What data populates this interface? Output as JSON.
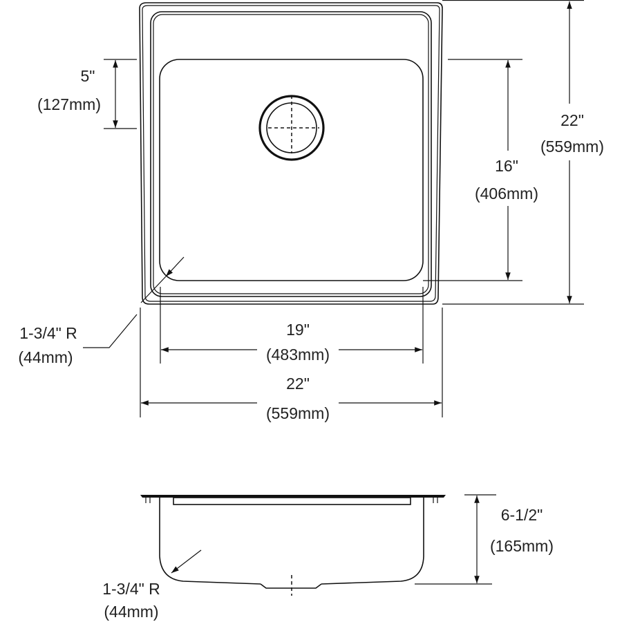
{
  "top_view": {
    "dims": {
      "drain_offset": {
        "imperial": "5\"",
        "metric": "(127mm)"
      },
      "bowl_depth_front_back": {
        "imperial": "16\"",
        "metric": "(406mm)"
      },
      "overall_front_back": {
        "imperial": "22\"",
        "metric": "(559mm)"
      },
      "bowl_width": {
        "imperial": "19\"",
        "metric": "(483mm)"
      },
      "overall_width": {
        "imperial": "22\"",
        "metric": "(559mm)"
      },
      "corner_radius": {
        "imperial": "1-3/4\" R",
        "metric": "(44mm)"
      }
    }
  },
  "side_view": {
    "dims": {
      "bowl_depth": {
        "imperial": "6-1/2\"",
        "metric": "(165mm)"
      },
      "corner_radius": {
        "imperial": "1-3/4\" R",
        "metric": "(44mm)"
      }
    }
  },
  "colors": {
    "line": "#111111",
    "text": "#222222",
    "background": "#ffffff"
  }
}
